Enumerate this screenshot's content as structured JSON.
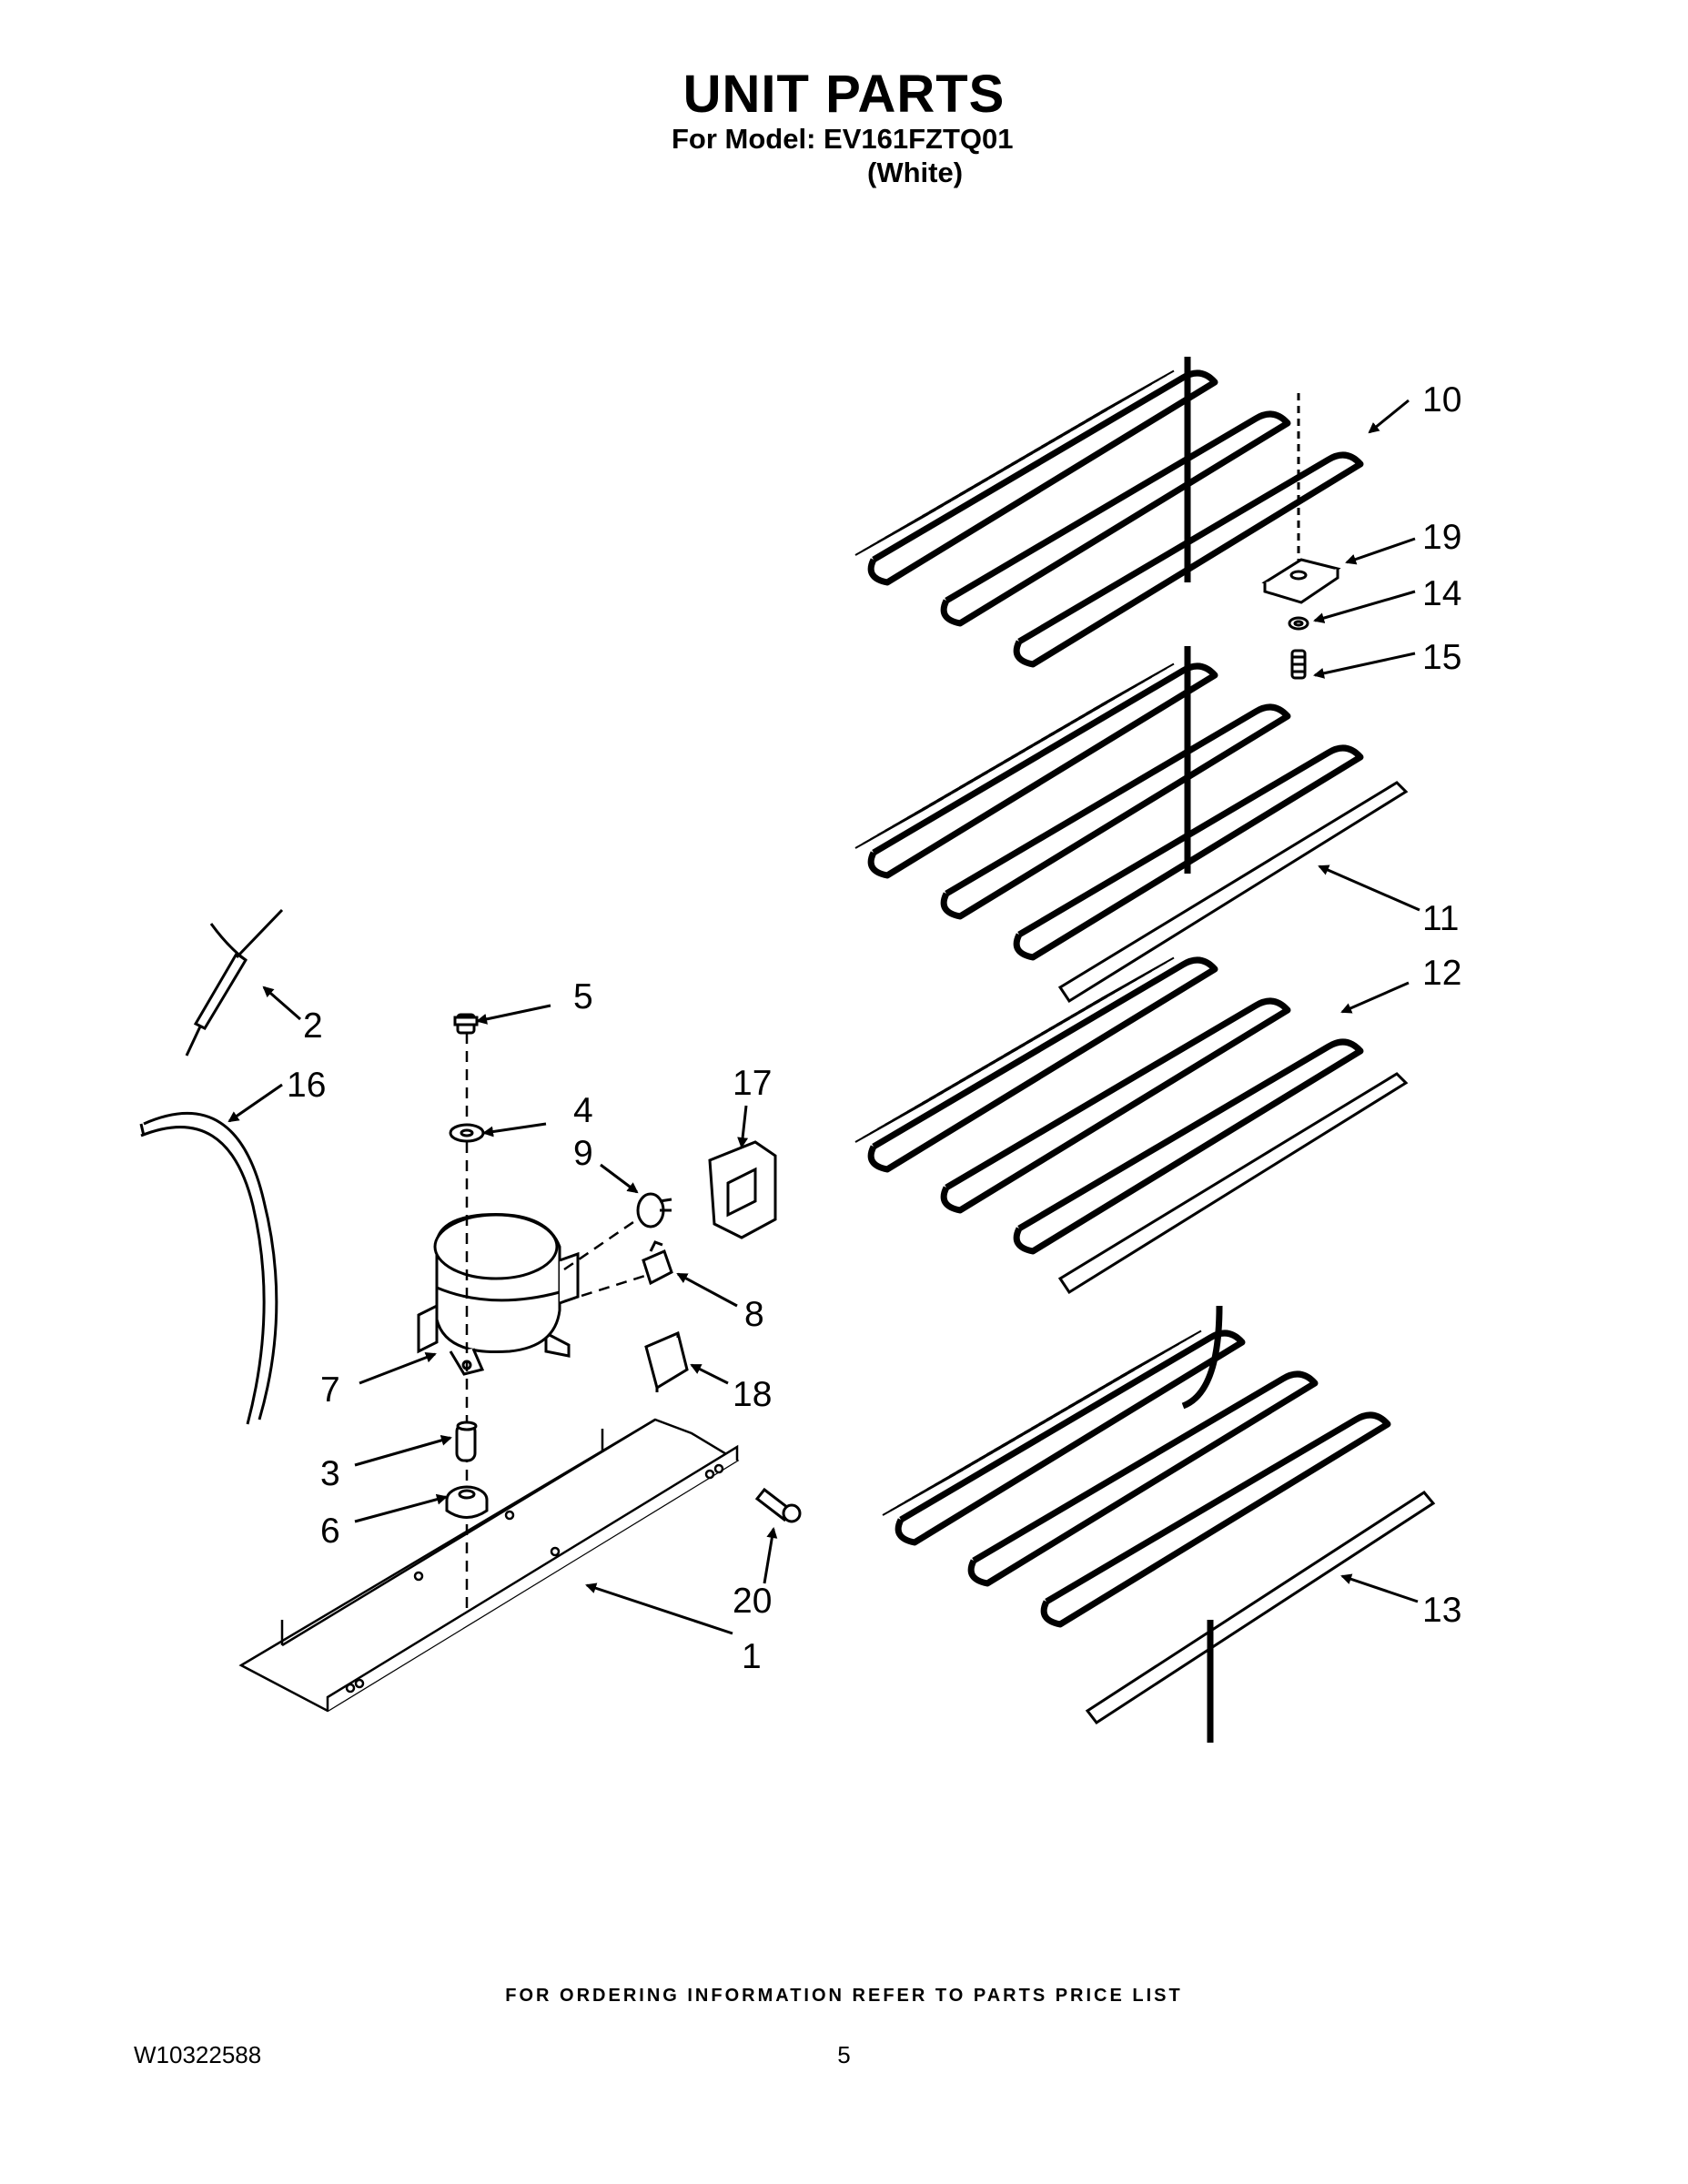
{
  "header": {
    "title": "UNIT PARTS",
    "model_line": "For Model: EV161FZTQ01",
    "color_line": "(White)"
  },
  "callouts": [
    "1",
    "2",
    "3",
    "4",
    "5",
    "6",
    "7",
    "8",
    "9",
    "10",
    "11",
    "12",
    "13",
    "14",
    "15",
    "16",
    "17",
    "18",
    "19",
    "20"
  ],
  "footer": {
    "ordering_note": "FOR ORDERING INFORMATION REFER TO PARTS PRICE LIST",
    "doc_number": "W10322588",
    "page_number": "5"
  }
}
